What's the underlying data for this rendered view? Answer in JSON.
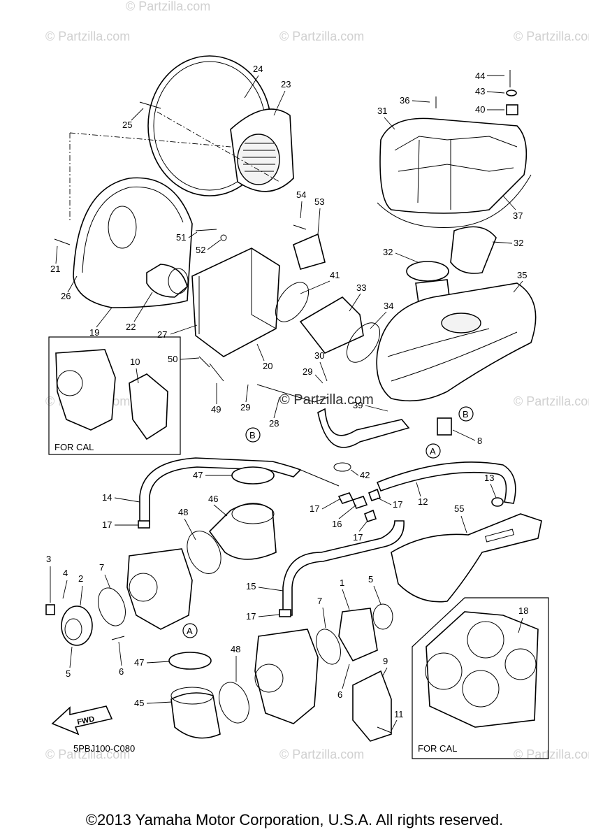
{
  "watermark": {
    "text": "© Partzilla.com",
    "center_text": "© Partzilla.com"
  },
  "diagram": {
    "code": "5PBJ100-C080",
    "fwd_label": "FWD",
    "inset_captions": [
      "FOR CAL",
      "FOR CAL"
    ],
    "circle_refs": [
      "A",
      "B",
      "B",
      "A"
    ],
    "callouts": [
      "24",
      "23",
      "25",
      "44",
      "43",
      "36",
      "40",
      "31",
      "37",
      "54",
      "53",
      "51",
      "52",
      "21",
      "26",
      "19",
      "22",
      "27",
      "41",
      "33",
      "32",
      "32",
      "35",
      "34",
      "10",
      "50",
      "30",
      "29",
      "20",
      "29",
      "49",
      "28",
      "39",
      "B",
      "8",
      "A",
      "47",
      "42",
      "13",
      "14",
      "17",
      "12",
      "17",
      "46",
      "48",
      "17",
      "16",
      "17",
      "55",
      "3",
      "4",
      "2",
      "7",
      "15",
      "1",
      "5",
      "17",
      "7",
      "18",
      "A",
      "48",
      "47",
      "9",
      "45",
      "6",
      "11",
      "5",
      "6"
    ]
  },
  "footer": {
    "copyright": "©2013 Yamaha Motor Corporation, U.S.A. All rights reserved."
  }
}
